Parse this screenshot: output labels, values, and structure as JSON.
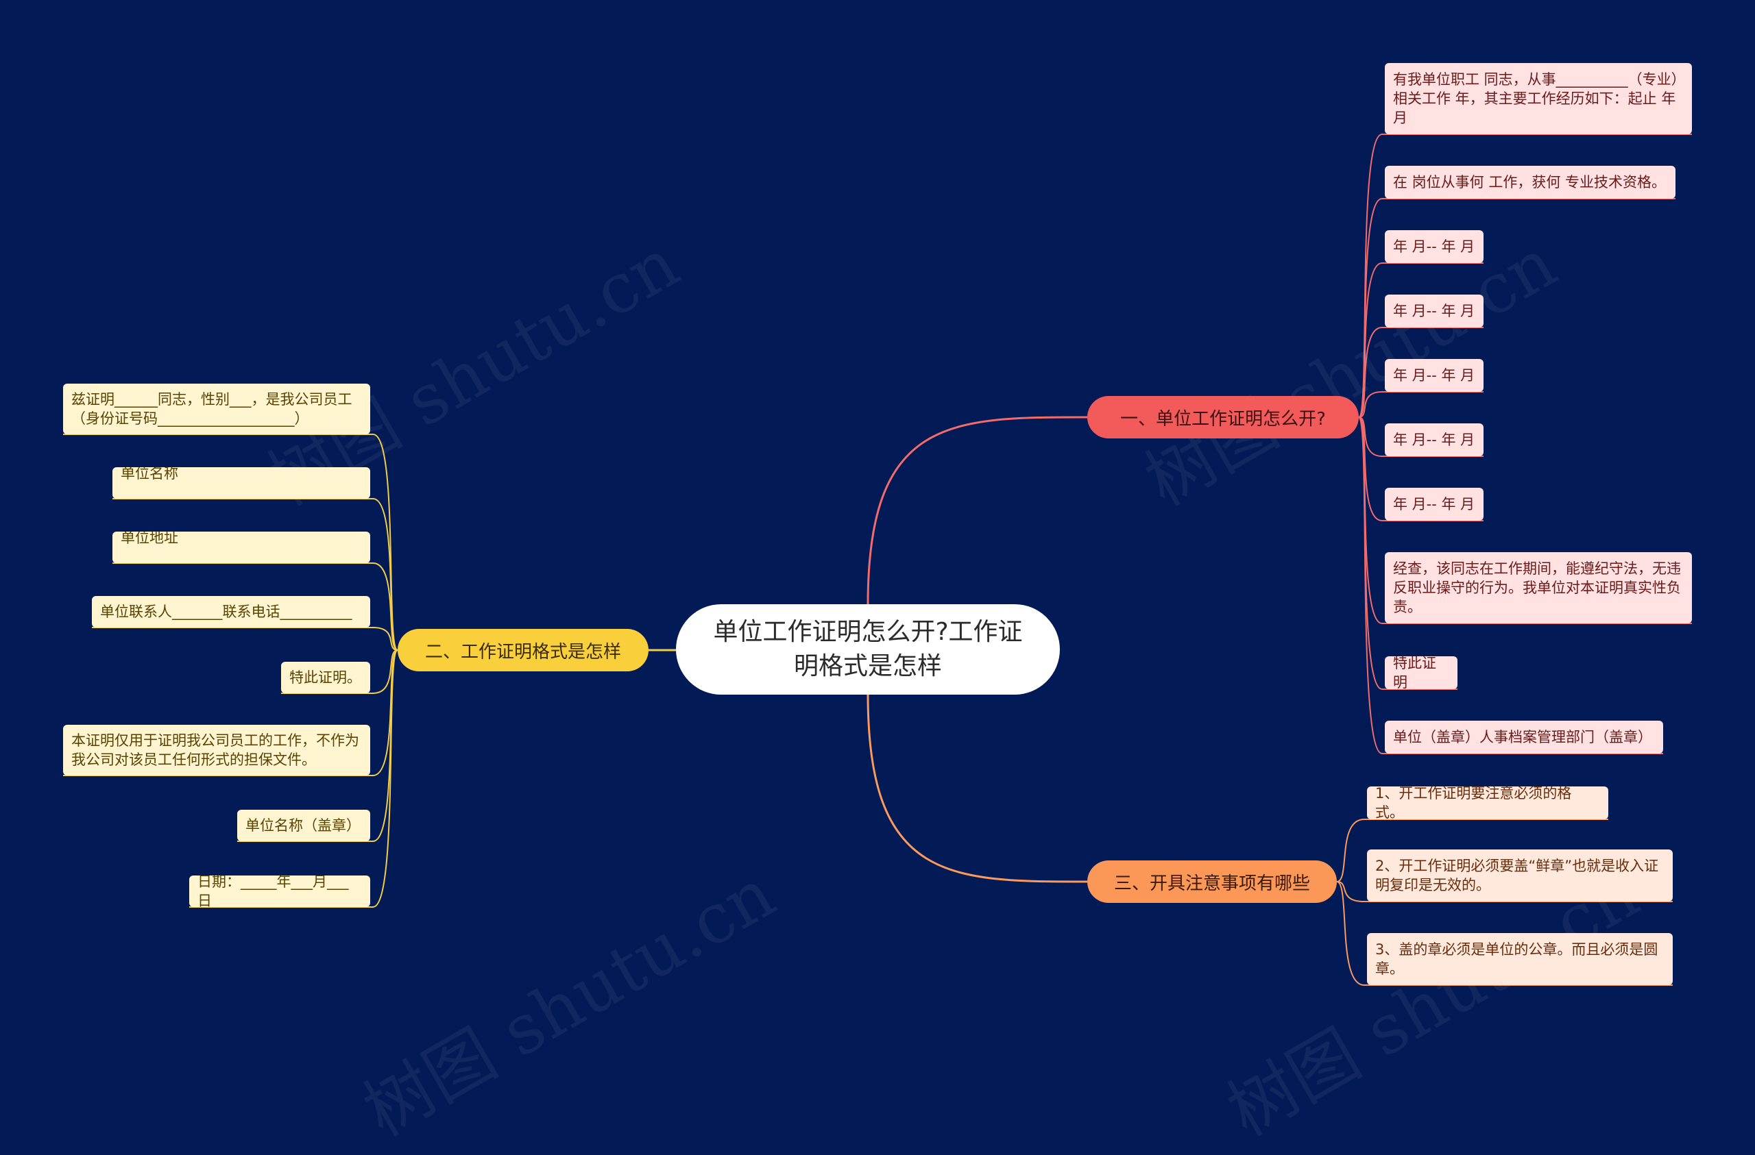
{
  "root": {
    "title": "单位工作证明怎么开?工作证明格式是怎样"
  },
  "colors": {
    "background": "#021a56",
    "branch1": "#f35b5b",
    "branch2": "#f9d03b",
    "branch3": "#fb9757",
    "link1": "#f36b6b",
    "link2": "#f5cc45",
    "link3": "#fb9a5c"
  },
  "branches": [
    {
      "label": "一、单位工作证明怎么开?",
      "items": [
        "有我单位职工 同志，从事__________（专业）相关工作 年，其主要工作经历如下：起止 年 月",
        "在 岗位从事何 工作，获何 专业技术资格。",
        "年 月-- 年 月",
        "年 月-- 年 月",
        "年 月-- 年 月",
        "年 月-- 年 月",
        "年 月-- 年 月",
        "经查，该同志在工作期间，能遵纪守法，无违反职业操守的行为。我单位对本证明真实性负责。",
        "特此证明",
        "单位（盖章）人事档案管理部门（盖章）"
      ]
    },
    {
      "label": "二、工作证明格式是怎样",
      "items": [
        "兹证明______同志，性别___，是我公司员工（身份证号码___________________）",
        "单位名称___________________________",
        "单位地址___________________________",
        "单位联系人_______联系电话__________",
        "特此证明。",
        "本证明仅用于证明我公司员工的工作，不作为我公司对该员工任何形式的担保文件。",
        "单位名称（盖章）",
        "日期：_____年___月___日"
      ]
    },
    {
      "label": "三、开具注意事项有哪些",
      "items": [
        "1、开工作证明要注意必须的格式。",
        "2、开工作证明必须要盖“鲜章”也就是收入证明复印是无效的。",
        "3、盖的章必须是单位的公章。而且必须是圆章。"
      ]
    }
  ],
  "watermark": "树图 shutu.cn"
}
